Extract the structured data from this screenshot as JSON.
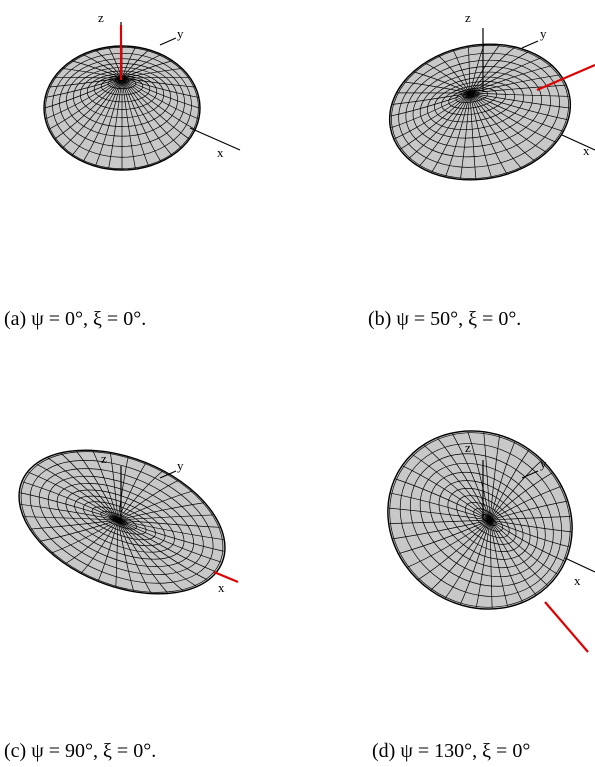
{
  "axis_labels": {
    "x": "x",
    "y": "y",
    "z": "z"
  },
  "panels": [
    {
      "id": "a",
      "caption": "(a)  ψ = 0°, ξ = 0°.",
      "psi_deg": 0,
      "xi_deg": 0
    },
    {
      "id": "b",
      "caption": "(b)  ψ = 50°, ξ = 0°.",
      "psi_deg": 50,
      "xi_deg": 0
    },
    {
      "id": "c",
      "caption": "(c)  ψ = 90°, ξ = 0°.",
      "psi_deg": 90,
      "xi_deg": 0
    },
    {
      "id": "d",
      "caption": "(d)  ψ = 130°, ξ = 0°",
      "psi_deg": 130,
      "xi_deg": 0
    }
  ],
  "colors": {
    "surface_fill": "#c8c8c8",
    "mesh": "#000000",
    "red_axis": "#e00000"
  }
}
